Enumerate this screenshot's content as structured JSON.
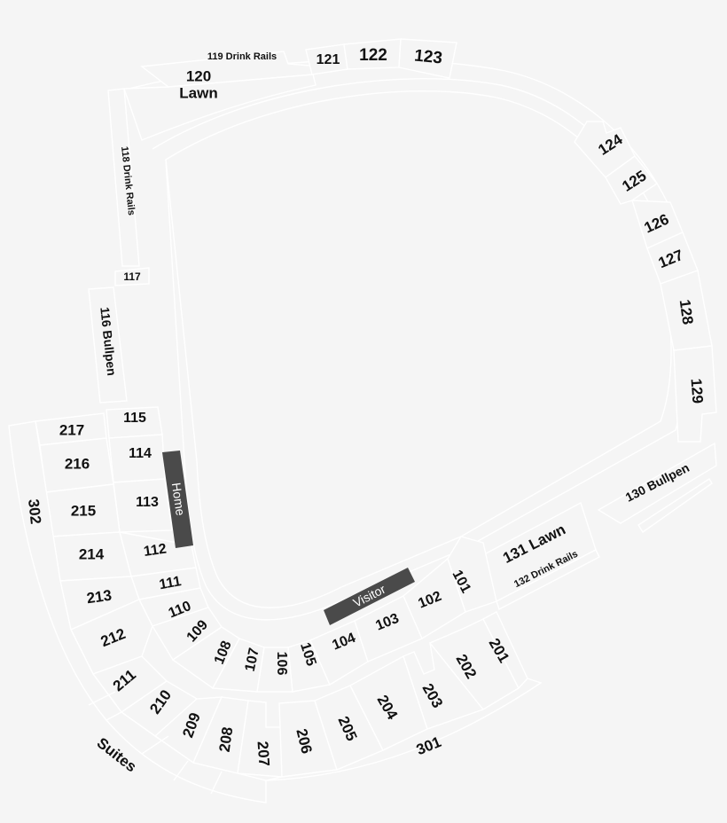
{
  "map": {
    "background_color": "#f5f5f5",
    "outline_color": "#ffffff",
    "label_color": "#111111",
    "dugout_color": "#4a4a4a",
    "dugouts": {
      "home": "Home",
      "visitor": "Visitor"
    },
    "outfield": {
      "s119": "119 Drink Rails",
      "s120_num": "120",
      "s120_name": "Lawn",
      "s121": "121",
      "s122": "122",
      "s123": "123",
      "s124": "124",
      "s125": "125",
      "s126": "126",
      "s127": "127",
      "s128": "128",
      "s129": "129",
      "s130": "130 Bullpen",
      "s131": "131 Lawn",
      "s132": "132 Drink Rails"
    },
    "left_line": {
      "s118": "118 Drink Rails",
      "s117": "117",
      "s116": "116 Bullpen",
      "s115": "115",
      "s114": "114",
      "s113": "113",
      "s112": "112",
      "s111": "111",
      "s110": "110"
    },
    "infield_100": {
      "s109": "109",
      "s108": "108",
      "s107": "107",
      "s106": "106",
      "s105": "105",
      "s104": "104",
      "s103": "103",
      "s102": "102",
      "s101": "101"
    },
    "level_200": {
      "s217": "217",
      "s216": "216",
      "s215": "215",
      "s214": "214",
      "s213": "213",
      "s212": "212",
      "s211": "211",
      "s210": "210",
      "s209": "209",
      "s208": "208",
      "s207": "207",
      "s206": "206",
      "s205": "205",
      "s204": "204",
      "s203": "203",
      "s202": "202",
      "s201": "201"
    },
    "level_300": {
      "s301": "301",
      "s302": "302",
      "suites": "Suites"
    }
  }
}
